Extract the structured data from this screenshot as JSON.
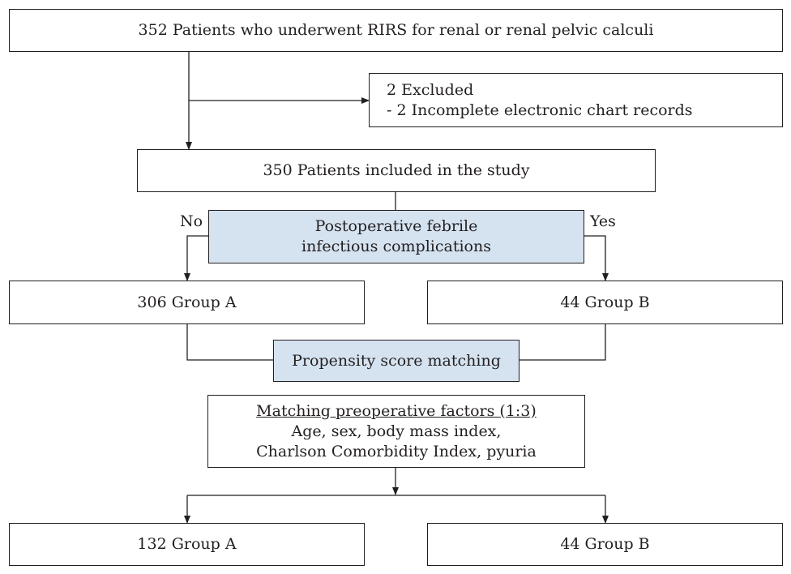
{
  "total": {
    "text": "352 Patients who underwent RIRS for renal or renal pelvic calculi"
  },
  "excluded": {
    "line1": "2 Excluded",
    "line2": "- 2 Incomplete electronic chart records"
  },
  "included": {
    "text": "350 Patients included in the study"
  },
  "complications": {
    "line1": "Postoperative febrile",
    "line2": "infectious complications"
  },
  "branch": {
    "no": "No",
    "yes": "Yes"
  },
  "group_a_initial": {
    "text": "306 Group A"
  },
  "group_b_initial": {
    "text": "44 Group B"
  },
  "psm": {
    "text": "Propensity score matching"
  },
  "factors": {
    "heading": "Matching preoperative factors (1:3)",
    "line1": "Age, sex, body mass index,",
    "line2": "Charlson Comorbidity Index, pyuria"
  },
  "group_a_matched": {
    "text": "132 Group A"
  },
  "group_b_matched": {
    "text": "44 Group B"
  },
  "colors": {
    "highlight_fill": "#d5e3f1",
    "stroke": "#231f20"
  }
}
